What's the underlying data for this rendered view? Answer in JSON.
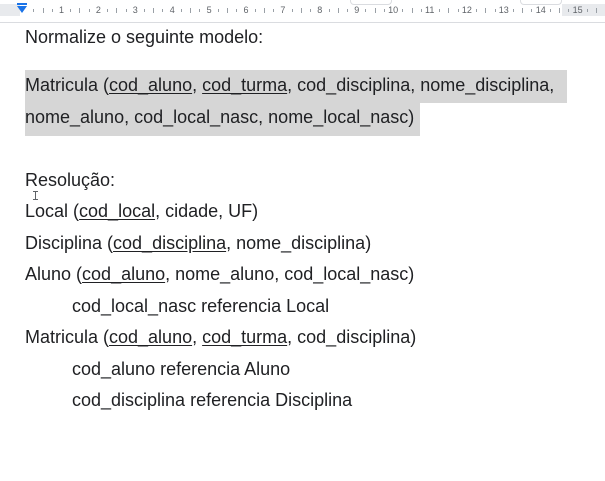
{
  "ruler": {
    "numbers": [
      "1",
      "2",
      "3",
      "4",
      "5",
      "6",
      "7",
      "8",
      "9",
      "10",
      "11",
      "12",
      "13",
      "14",
      "15"
    ]
  },
  "doc": {
    "prompt": "Normalize o seguinte modelo:",
    "model_line1": {
      "head": "Matricula (",
      "k1": "cod_aluno",
      "sep1": ", ",
      "k2": "cod_turma",
      "tail": ", cod_disciplina, nome_disciplina,"
    },
    "model_line2": "nome_aluno, cod_local_nasc, nome_local_nasc)",
    "resolution_label": "Resolução:",
    "local": {
      "head": "Local (",
      "k1": "cod_local",
      "tail": ", cidade, UF)"
    },
    "disciplina": {
      "head": "Disciplina (",
      "k1": "cod_disciplina",
      "tail": ", nome_disciplina)"
    },
    "aluno": {
      "head": "Aluno (",
      "k1": "cod_aluno",
      "tail": ", nome_aluno, cod_local_nasc)"
    },
    "aluno_ref": "cod_local_nasc referencia Local",
    "matricula": {
      "head": "Matricula (",
      "k1": "cod_aluno",
      "sep1": ", ",
      "k2": "cod_turma",
      "tail": ", cod_disciplina)"
    },
    "matricula_ref1": "cod_aluno referencia Aluno",
    "matricula_ref2": "cod_disciplina referencia Disciplina"
  },
  "colors": {
    "highlight": "#d6d6d6",
    "ruler_accent": "#1a73e8",
    "text": "#202124"
  }
}
